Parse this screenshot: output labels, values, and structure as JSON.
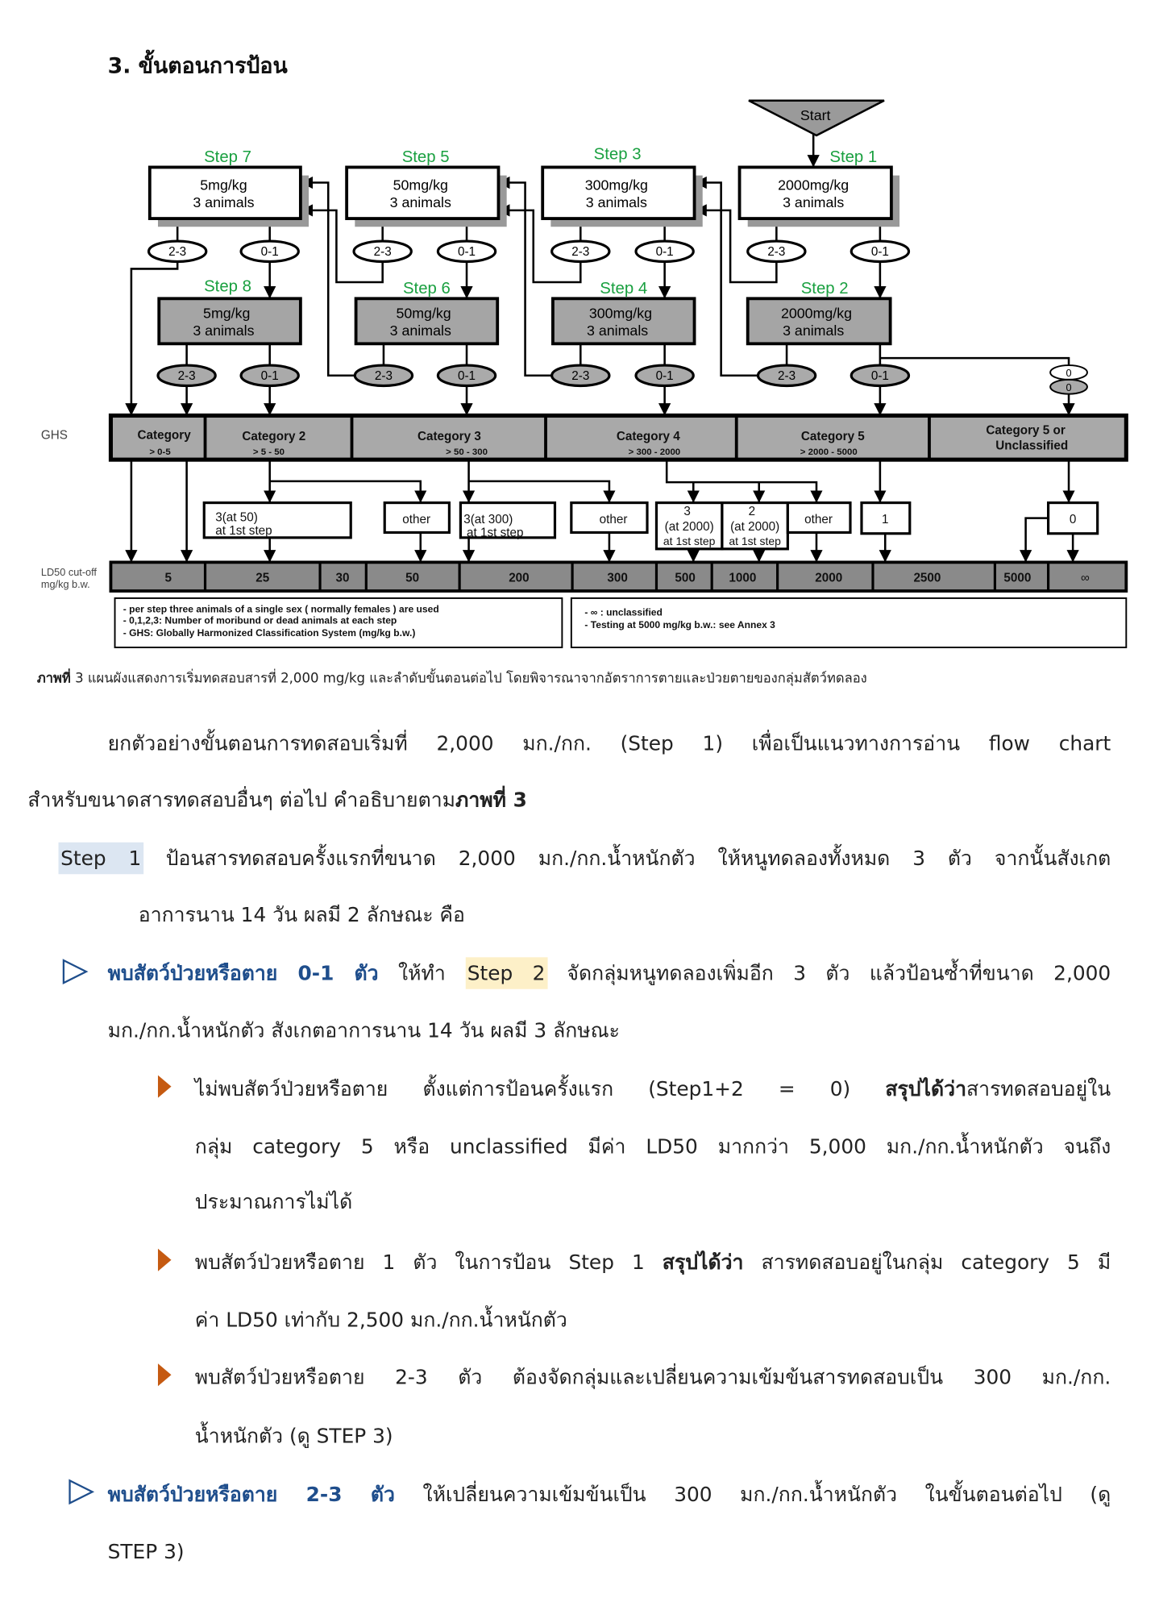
{
  "heading": "3. ขั้นตอนการป้อน",
  "diagram": {
    "start": "Start",
    "steps": [
      {
        "label": "Step 1",
        "dose": "2000mg/kg",
        "animals": "3 animals"
      },
      {
        "label": "Step 2",
        "dose": "2000mg/kg",
        "animals": "3 animals"
      },
      {
        "label": "Step 3",
        "dose": "300mg/kg",
        "animals": "3 animals"
      },
      {
        "label": "Step 4",
        "dose": "300mg/kg",
        "animals": "3 animals"
      },
      {
        "label": "Step 5",
        "dose": "50mg/kg",
        "animals": "3 animals"
      },
      {
        "label": "Step 6",
        "dose": "50mg/kg",
        "animals": "3 animals"
      },
      {
        "label": "Step 7",
        "dose": "5mg/kg",
        "animals": "3 animals"
      },
      {
        "label": "Step 8",
        "dose": "5mg/kg",
        "animals": "3 animals"
      }
    ],
    "outcomes": {
      "high": "2-3",
      "low": "0-1",
      "zero": "0"
    },
    "ghs_label": "GHS",
    "categories": [
      {
        "name": "Category",
        "range": "> 0-5"
      },
      {
        "name": "Category 2",
        "range": "> 5 - 50"
      },
      {
        "name": "Category 3",
        "range": "> 50 - 300"
      },
      {
        "name": "Category 4",
        "range": "> 300 - 2000"
      },
      {
        "name": "Category 5",
        "range": "> 2000 - 5000"
      },
      {
        "name": "Category 5 or",
        "range": "Unclassified"
      }
    ],
    "results": {
      "r50a": "3(at 50)",
      "r50b": "at 1st step",
      "other": "other",
      "r300a": "3(at 300)",
      "r300b": "at 1st step",
      "r2000_3": "3",
      "r2000_2": "2",
      "at2000": "(at 2000)",
      "first": "at 1st step",
      "one": "1",
      "zero": "0"
    },
    "ld50_label_1": "LD50  cut-off",
    "ld50_label_2": "mg/kg b.w.",
    "cutoffs": [
      "5",
      "25",
      "30",
      "50",
      "200",
      "300",
      "500",
      "1000",
      "2000",
      "2500",
      "5000",
      "∞"
    ],
    "legend_left": [
      "- per  step three animals  of a single  sex ( normally females  )  are used",
      "- 0,1,2,3:   Number of moribund or dead animals  at each step",
      "- GHS:   Globally Harmonized Classification  System (mg/kg b.w.)"
    ],
    "legend_right": [
      "- ∞ : unclassified",
      "- Testing   at 5000 mg/kg b.w.: see Annex 3"
    ]
  },
  "caption": {
    "bold": "ภาพที่",
    "text": " 3 แผนผังแสดงการเริ่มทดสอบสารที่ 2,000 mg/kg และลำดับขั้นตอนต่อไป โดยพิจารณาจากอัตราการตายและป่วยตายของกลุ่มสัตว์ทดลอง"
  },
  "body": {
    "p1_l1": "ยกตัวอย่างขั้นตอนการทดสอบเริ่มที่ 2,000 มก./กก. (Step 1) เพื่อเป็นแนวทางการอ่าน flow chart",
    "p1_l2": "สำหรับขนาดสารทดสอบอื่นๆ ต่อไป คำอธิบายตาม",
    "p1_l2_bold": "ภาพที่ 3",
    "step1_tag": "Step 1",
    "step1_l1": "ป้อนสารทดสอบครั้งแรกที่ขนาด 2,000 มก./กก.น้ำหนักตัว ให้หนูทดลองทั้งหมด 3 ตัว จากนั้นสังเกต",
    "step1_l2": "อาการนาน 14 วัน ผลมี 2 ลักษณะ คือ",
    "b1_bold": "พบสัตว์ป่วยหรือตาย 0-1 ตัว",
    "b1_a": " ให้ทำ",
    "b1_tag": "Step 2",
    "b1_b": " จัดกลุ่มหนูทดลองเพิ่มอีก 3 ตัว แล้วป้อนซ้ำที่ขนาด  2,000",
    "b1_l2": "มก./กก.น้ำหนักตัว สังเกตอาการนาน 14 วัน ผลมี 3 ลักษณะ",
    "s1_a": "ไม่พบสัตว์ป่วยหรือตาย ตั้งแต่การป้อนครั้งแรก (Step1+2 = 0) ",
    "s1_bold": "สรุปได้ว่า",
    "s1_b": "สารทดสอบอยู่ใน",
    "s1_l2": "กลุ่ม category 5 หรือ unclassified มีค่า LD50 มากกว่า 5,000 มก./กก.น้ำหนักตัว จนถึง",
    "s1_l3": "ประมาณการไม่ได้",
    "s2_a": "พบสัตว์ป่วยหรือตาย 1 ตัว ในการป้อน Step 1 ",
    "s2_bold": "สรุปได้ว่า",
    "s2_b": " สารทดสอบอยู่ในกลุ่ม category 5 มี",
    "s2_l2": "ค่า LD50 เท่ากับ 2,500 มก./กก.น้ำหนักตัว",
    "s3_l1": "พบสัตว์ป่วยหรือตาย 2-3 ตัว ต้องจัดกลุ่มและเปลี่ยนความเข้มข้นสารทดสอบเป็น 300 มก./กก.",
    "s3_l2": "น้ำหนักตัว (ดู STEP 3)",
    "b2_bold": "พบสัตว์ป่วยหรือตาย 2-3 ตัว",
    "b2_a": " ให้เปลี่ยนความเข้มข้นเป็น 300 มก./กก.น้ำหนักตัว ในขั้นตอนต่อไป (ดู",
    "b2_l2": "STEP 3)"
  },
  "colors": {
    "step_label": "#1aa040",
    "bullet_blue": "#1f4e8c",
    "bullet_orange": "#c55a11",
    "ghs_fill": "#a9a9a9",
    "ld50_fill": "#8a8a8a"
  }
}
